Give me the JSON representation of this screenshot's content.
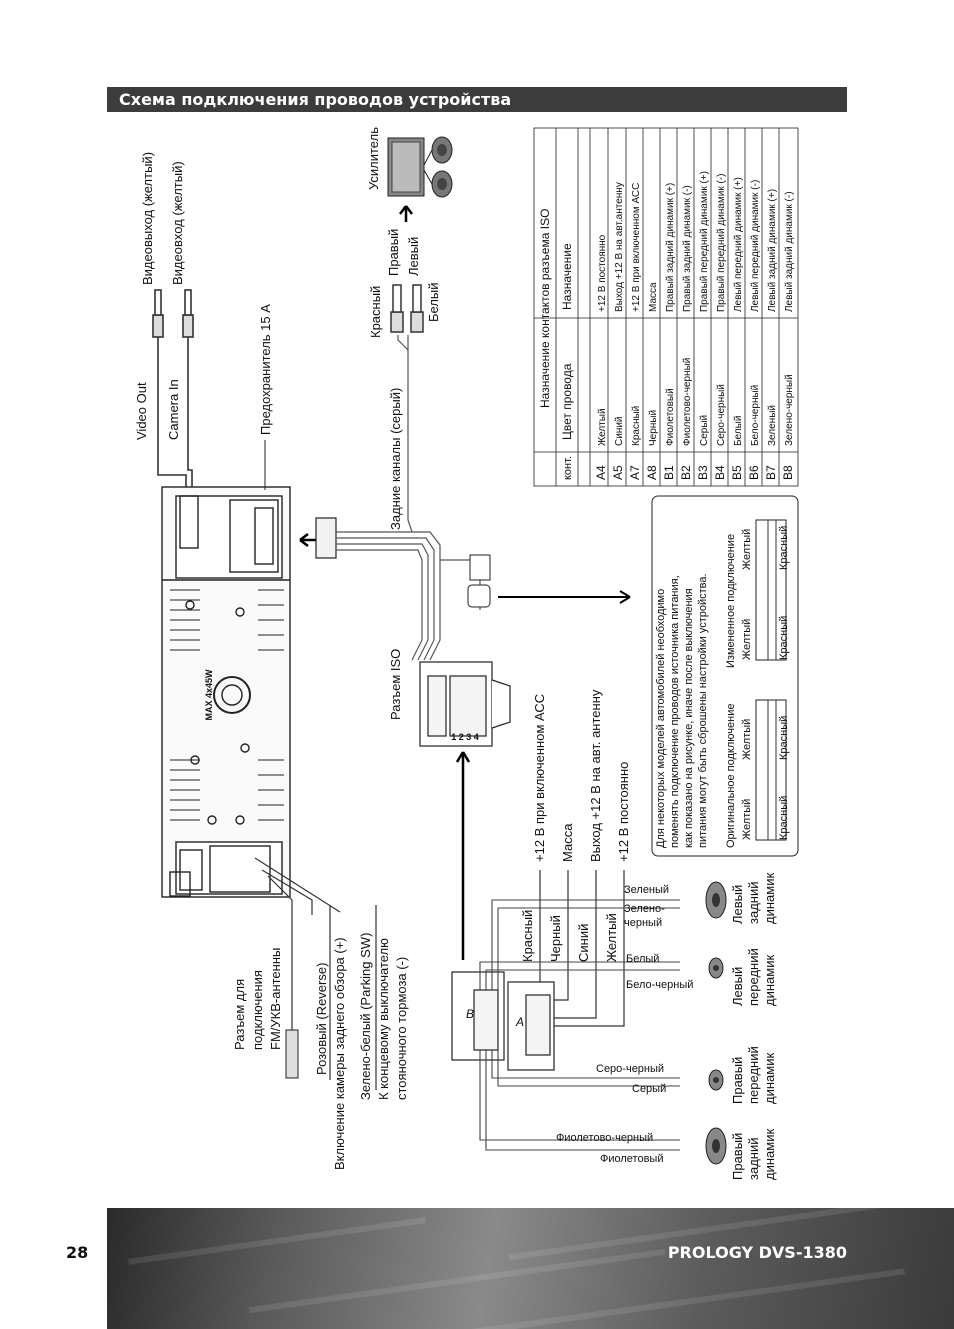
{
  "title": "Схема подключения проводов устройства",
  "page_number": "28",
  "brand": "PROLOGY DVS-1380",
  "labels": {
    "video_out_rca": "Видеовыход (желтый)",
    "video_in_rca": "Видеовход (желтый)",
    "video_out": "Video Out",
    "camera_in": "Camera In",
    "fuse": "Предохранитель 15 А",
    "amplifier": "Усилитель",
    "red": "Красный",
    "right": "Правый",
    "left": "Левый",
    "white": "Белый",
    "rear_channels": "Задние каналы (серый)",
    "iso_connector": "Разъем ISO",
    "device_logo": "MAX 4x45W"
  },
  "iso_table": {
    "title": "Назначение контактов разъема ISO",
    "headers": [
      "конт.",
      "Цвет провода",
      "Назначение"
    ],
    "rows": [
      [
        "A4",
        "Желтый",
        "+12 В постоянно"
      ],
      [
        "A5",
        "Синий",
        "Выход +12 В на авт.антенну"
      ],
      [
        "A7",
        "Красный",
        "+12 В при включенном АСС"
      ],
      [
        "A8",
        "Черный",
        "Масса"
      ],
      [
        "B1",
        "Фиолетовый",
        "Правый задний динамик (+)"
      ],
      [
        "B2",
        "Фиолетово-черный",
        "Правый задний динамик (-)"
      ],
      [
        "B3",
        "Серый",
        "Правый передний динамик (+)"
      ],
      [
        "B4",
        "Серо-черный",
        "Правый передний динамик (-)"
      ],
      [
        "B5",
        "Белый",
        "Левый передний динамик (+)"
      ],
      [
        "B6",
        "Бело-черный",
        "Левый передний динамик (-)"
      ],
      [
        "B7",
        "Зеленый",
        "Левый задний динамик (+)"
      ],
      [
        "B8",
        "Зелено-черный",
        "Левый задний динамик (-)"
      ]
    ]
  },
  "note": {
    "text_lines": [
      "Для некоторых моделей автомобилей необходимо",
      "поменять подключение проводов источника питания,",
      "как показано на рисунке, иначе после выключения",
      "питания могут быть сброшены настройки устройства."
    ],
    "original": "Оригинальное подключение",
    "modified": "Измененное подключение",
    "yellow": "Желтый",
    "red": "Красный"
  },
  "power_wires": {
    "acc": "+12 В при включенном АСС",
    "ground": "Масса",
    "antenna": "Выход +12 В на авт. антенну",
    "constant": "+12 В постоянно",
    "red": "Красный",
    "black": "Черный",
    "blue": "Синий",
    "yellow": "Желтый"
  },
  "left_wires": {
    "antenna_1": "Разъем для",
    "antenna_2": "подключения",
    "antenna_3": "FM/УКВ-антенны",
    "pink": "Розовый (Reverse)",
    "reverse_cam": "Включение камеры заднего обзора (+)",
    "green_white": "Зелено-белый (Parking SW)",
    "brake_1": "К концевому выключателю",
    "brake_2": "стояночного тормоза (-)"
  },
  "speakers": {
    "green": "Зеленый",
    "green_black_1": "Зелено-",
    "green_black_2": "черный",
    "white": "Белый",
    "white_black": "Бело-черный",
    "gray_black": "Серо-черный",
    "gray": "Серый",
    "violet_black": "Фиолетово-черный",
    "violet": "Фиолетовый",
    "left_rear": [
      "Левый",
      "задний",
      "динамик"
    ],
    "left_front": [
      "Левый",
      "передний",
      "динамик"
    ],
    "right_front": [
      "Правый",
      "передний",
      "динамик"
    ],
    "right_rear": [
      "Правый",
      "задний",
      "динамик"
    ],
    "conn_a": "A",
    "conn_b": "B"
  }
}
